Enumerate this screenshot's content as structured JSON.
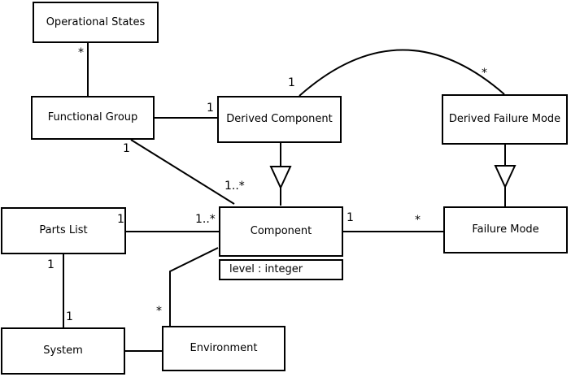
{
  "diagram_type": "UML class diagram",
  "classes": {
    "operational_states": {
      "name": "Operational States"
    },
    "functional_group": {
      "name": "Functional Group"
    },
    "derived_component": {
      "name": "Derived Component"
    },
    "derived_failure_mode": {
      "name": "Derived Failure Mode"
    },
    "parts_list": {
      "name": "Parts List"
    },
    "component": {
      "name": "Component",
      "attribute": "level : integer"
    },
    "failure_mode": {
      "name": "Failure Mode"
    },
    "system": {
      "name": "System"
    },
    "environment": {
      "name": "Environment"
    }
  },
  "multiplicities": {
    "operational_states_side": "*",
    "fg_to_derived_component": "1",
    "arc_derived_component_side": "1",
    "arc_derived_failure_mode_side": "*",
    "fg_to_component_source": "1",
    "fg_to_component_target": "1..*",
    "parts_list_to_component_source": "1",
    "parts_list_to_component_target": "1..*",
    "component_to_failure_mode_source": "1",
    "component_to_failure_mode_target": "*",
    "parts_list_to_system_source": "1",
    "parts_list_to_system_target": "1",
    "environment_to_component": "*"
  },
  "relationships": [
    {
      "from": "Operational States",
      "to": "Functional Group",
      "type": "association",
      "labels": [
        "*"
      ]
    },
    {
      "from": "Functional Group",
      "to": "Derived Component",
      "type": "association",
      "labels": [
        "1"
      ]
    },
    {
      "from": "Derived Component",
      "to": "Derived Failure Mode",
      "type": "association-arc",
      "labels": [
        "1",
        "*"
      ]
    },
    {
      "from": "Derived Component",
      "to": "Component",
      "type": "generalization"
    },
    {
      "from": "Derived Failure Mode",
      "to": "Failure Mode",
      "type": "generalization"
    },
    {
      "from": "Functional Group",
      "to": "Component",
      "type": "association",
      "labels": [
        "1",
        "1..*"
      ]
    },
    {
      "from": "Parts List",
      "to": "Component",
      "type": "association",
      "labels": [
        "1",
        "1..*"
      ]
    },
    {
      "from": "Component",
      "to": "Failure Mode",
      "type": "association",
      "labels": [
        "1",
        "*"
      ]
    },
    {
      "from": "Parts List",
      "to": "System",
      "type": "association",
      "labels": [
        "1",
        "1"
      ]
    },
    {
      "from": "System",
      "to": "Environment",
      "type": "association",
      "labels": []
    },
    {
      "from": "Environment",
      "to": "Component",
      "type": "association",
      "labels": [
        "*"
      ]
    }
  ],
  "colors": {
    "line": "#000000",
    "text": "#000000",
    "box_fill": "#ffffff",
    "background": "#ffffff"
  }
}
